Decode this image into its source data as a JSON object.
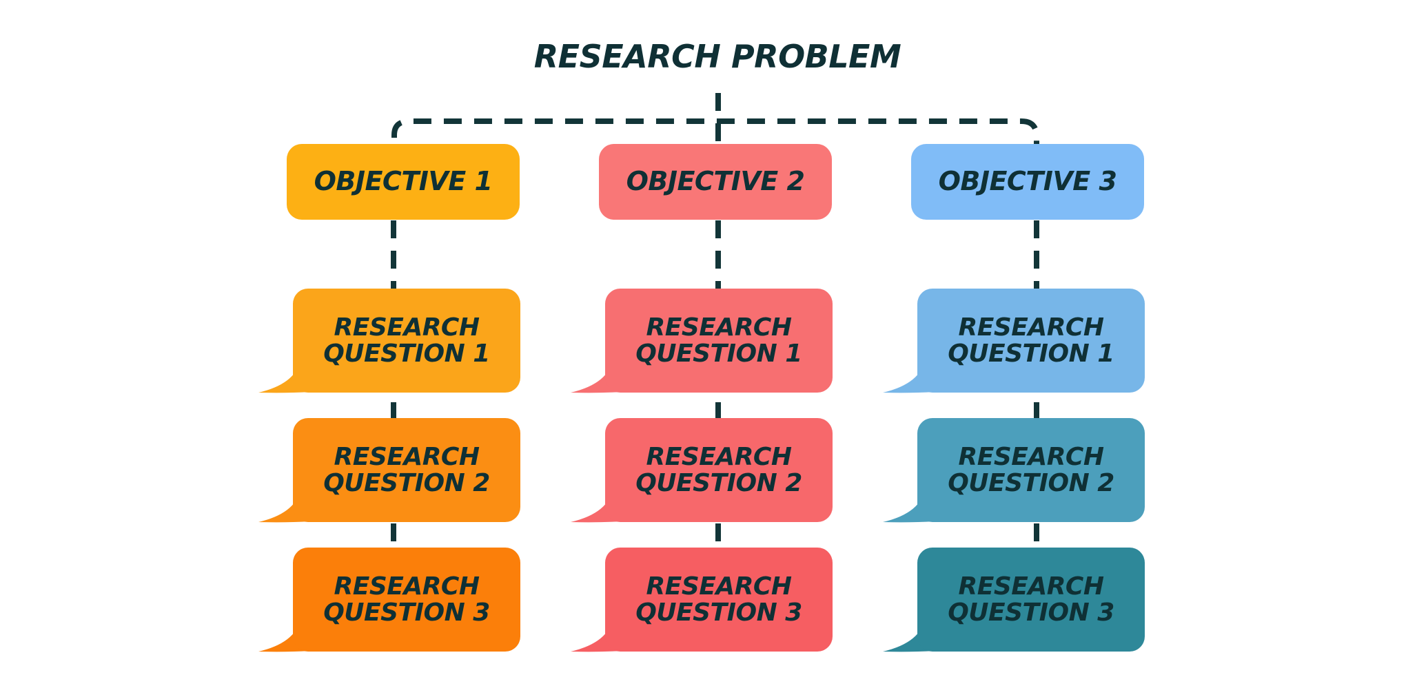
{
  "title": "RESEARCH PROBLEM",
  "colors": {
    "ink": "#0f3035",
    "connector": "#123538"
  },
  "columns": [
    {
      "objective": "OBJECTIVE 1",
      "objective_color": "#fdb014",
      "questions": [
        {
          "line1": "RESEARCH",
          "line2": "QUESTION 1",
          "color": "#fba51a"
        },
        {
          "line1": "RESEARCH",
          "line2": "QUESTION 2",
          "color": "#fb8e13"
        },
        {
          "line1": "RESEARCH",
          "line2": "QUESTION 3",
          "color": "#fb7f0a"
        }
      ]
    },
    {
      "objective": "OBJECTIVE 2",
      "objective_color": "#f97777",
      "questions": [
        {
          "line1": "RESEARCH",
          "line2": "QUESTION 1",
          "color": "#f76f71"
        },
        {
          "line1": "RESEARCH",
          "line2": "QUESTION 2",
          "color": "#f7686b"
        },
        {
          "line1": "RESEARCH",
          "line2": "QUESTION 3",
          "color": "#f65e62"
        }
      ]
    },
    {
      "objective": "OBJECTIVE 3",
      "objective_color": "#80bcf7",
      "questions": [
        {
          "line1": "RESEARCH",
          "line2": "QUESTION 1",
          "color": "#77b6e8"
        },
        {
          "line1": "RESEARCH",
          "line2": "QUESTION 2",
          "color": "#4c9fbc"
        },
        {
          "line1": "RESEARCH",
          "line2": "QUESTION 3",
          "color": "#2e8899"
        }
      ]
    }
  ]
}
